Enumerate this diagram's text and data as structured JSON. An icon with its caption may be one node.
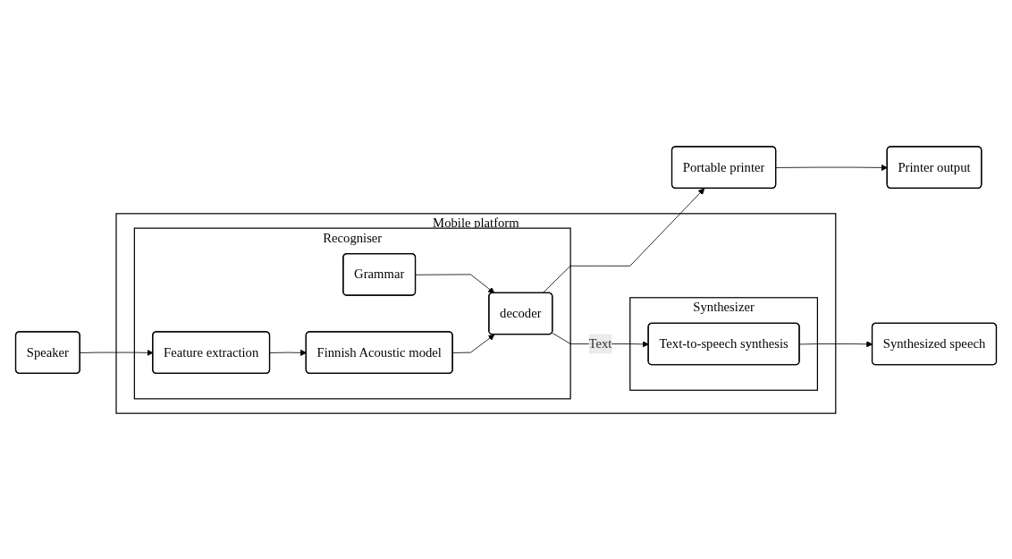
{
  "diagram": {
    "nodes": [
      {
        "text": [
          "Mobile platform"
        ]
      },
      {
        "text": [
          "Recogniser"
        ],
        "in": 0
      },
      {
        "text": [
          "Feature extraction"
        ],
        "in": 1
      },
      {
        "text": [
          "Grammar"
        ],
        "in": 1
      },
      {
        "text": [
          "Finnish Acoustic model"
        ],
        "in": 1
      },
      {
        "text": [
          "decoder"
        ],
        "in": 1
      },
      {
        "text": [
          "Synthesizer"
        ],
        "in": 0
      },
      {
        "text": [
          "Text-to-speech synthesis"
        ],
        "in": 6
      },
      {
        "text": [
          "Speaker"
        ]
      },
      {
        "text": [
          "Portable printer"
        ]
      },
      {
        "text": [
          "Synthesized speech"
        ]
      },
      {
        "text": [
          "Printer output"
        ]
      }
    ],
    "edges": [
      {
        "from": 8,
        "to": 2,
        "arrow": "to"
      },
      {
        "from": 2,
        "to": 4,
        "arrow": "to"
      },
      {
        "from": 3,
        "to": 5,
        "arrow": "to"
      },
      {
        "from": 4,
        "to": 5,
        "arrow": "to"
      },
      {
        "from": 5,
        "to": 9,
        "arrow": "to"
      },
      {
        "from": 5,
        "to": 7,
        "arrow": "to",
        "label": "Text"
      },
      {
        "from": 7,
        "to": 10,
        "arrow": "to"
      },
      {
        "from": 9,
        "to": 11,
        "arrow": "to"
      }
    ]
  }
}
